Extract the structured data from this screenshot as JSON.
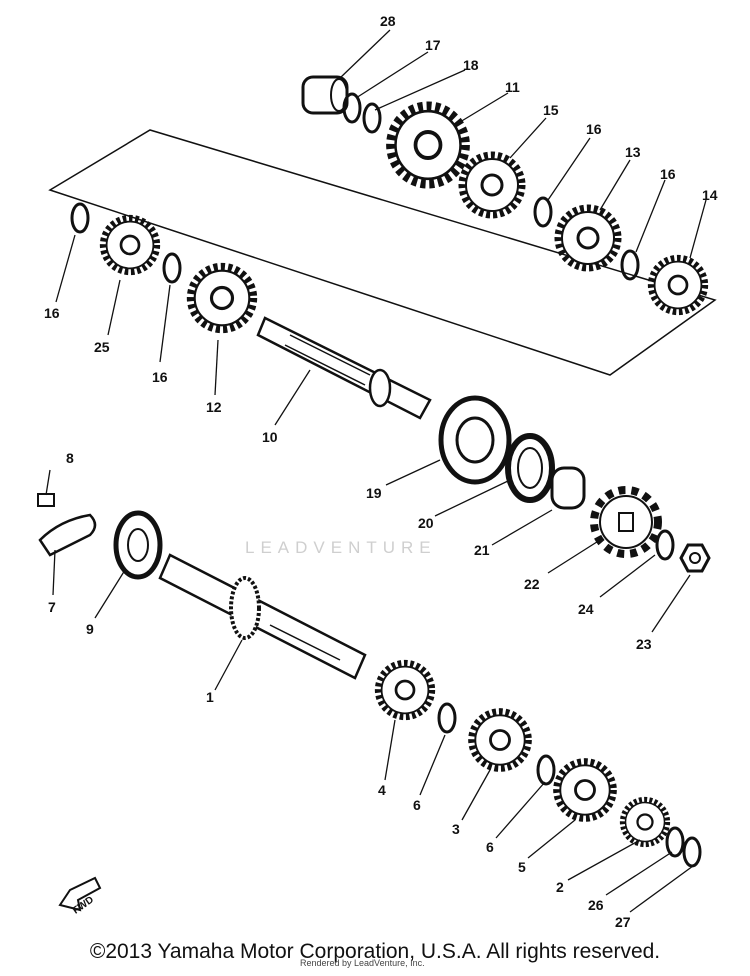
{
  "callouts": {
    "c1": "1",
    "c2": "2",
    "c3": "3",
    "c4": "4",
    "c5": "5",
    "c6a": "6",
    "c6b": "6",
    "c7": "7",
    "c8": "8",
    "c9": "9",
    "c10": "10",
    "c11": "11",
    "c12": "12",
    "c13": "13",
    "c14": "14",
    "c15": "15",
    "c16a": "16",
    "c16b": "16",
    "c16c": "16",
    "c16d": "16",
    "c17": "17",
    "c18": "18",
    "c19": "19",
    "c20": "20",
    "c21": "21",
    "c22": "22",
    "c23": "23",
    "c24": "24",
    "c25": "25",
    "c26": "26",
    "c27": "27",
    "c28": "28"
  },
  "fwd_label": "FWD",
  "watermark": "LEADVENTURE",
  "rendered_by": "Rendered by LeadVenture, Inc.",
  "copyright": "©2013 Yamaha Motor Corporation, U.S.A. All rights reserved."
}
